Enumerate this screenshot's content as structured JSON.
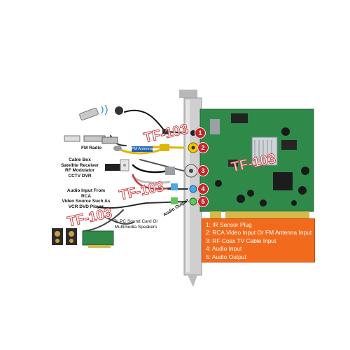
{
  "labels": {
    "fm_radio": "FM Radio",
    "cable_box": [
      "Cable Box",
      "Satellite Receiver",
      "RF Modulator",
      "CCTV DVR"
    ],
    "audio_input": [
      "Audio Input From RCA",
      "Video Source Such As",
      "VCR DVD Player"
    ],
    "to_pc_sound": [
      "To PC Sound Card Or",
      "Multimedia Speakers"
    ],
    "audio_output": "Audio Output",
    "fm_antenna_tag": "FM Antenna"
  },
  "legend": [
    "1: IR Sensor Plug",
    "2: RCA Video Input Or FM Antenna Input",
    "3: RF Coax TV Cable Input",
    "4: Audio Input",
    "5: Audio Output"
  ],
  "badges": [
    "1",
    "2",
    "3",
    "4",
    "5"
  ],
  "watermark": "TF-103",
  "colors": {
    "legend_bg": "#f26b1d",
    "badge": "#c6242b",
    "pcb": "#2f8a4a",
    "bracket": "#c8c8c8"
  }
}
